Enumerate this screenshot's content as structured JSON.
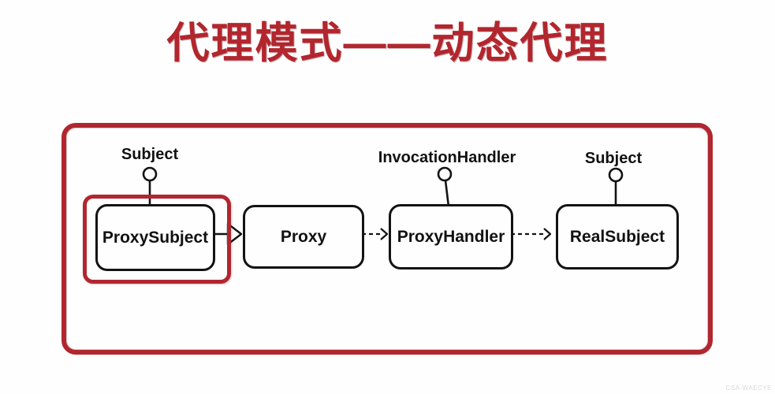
{
  "title": "代理模式——动态代理",
  "colors": {
    "accent_red": "#b0272f",
    "title_red": "#b2262e",
    "line_black": "#131313"
  },
  "diagram": {
    "interfaces": [
      {
        "label": "Subject"
      },
      {
        "label": "InvocationHandler"
      },
      {
        "label": "Subject"
      }
    ],
    "classes": [
      {
        "label": "ProxySubject",
        "highlighted": true
      },
      {
        "label": "Proxy",
        "highlighted": false
      },
      {
        "label": "ProxyHandler",
        "highlighted": false
      },
      {
        "label": "RealSubject",
        "highlighted": false
      }
    ],
    "connectors": [
      {
        "type": "realization-solid-hollow-triangle",
        "from": "ProxySubject",
        "to": "Proxy"
      },
      {
        "type": "dependency-dashed-open-arrow",
        "from": "Proxy",
        "to": "ProxyHandler"
      },
      {
        "type": "dependency-dashed-open-arrow",
        "from": "ProxyHandler",
        "to": "RealSubject"
      }
    ]
  },
  "watermark": "CSA-WAECYE"
}
